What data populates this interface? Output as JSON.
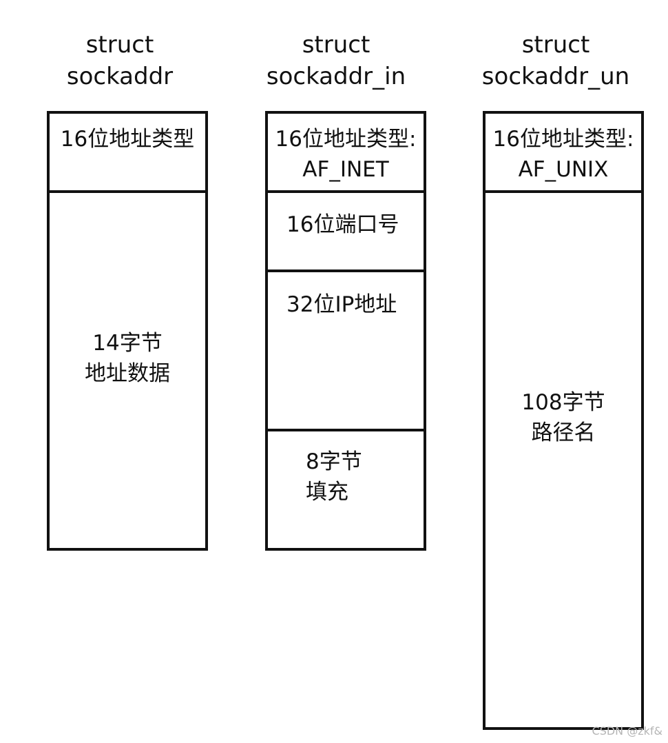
{
  "structs": [
    {
      "title_line1": "struct",
      "title_line2": "sockaddr",
      "fields": [
        {
          "lines": [
            "16位地址类型"
          ]
        },
        {
          "lines": [
            "14字节",
            "地址数据"
          ]
        }
      ]
    },
    {
      "title_line1": "struct",
      "title_line2": "sockaddr_in",
      "fields": [
        {
          "lines": [
            "16位地址类型:",
            "AF_INET"
          ]
        },
        {
          "lines": [
            "16位端口号"
          ]
        },
        {
          "lines": [
            "32位IP地址"
          ]
        },
        {
          "lines": [
            "8字节",
            "填充"
          ]
        }
      ]
    },
    {
      "title_line1": "struct",
      "title_line2": "sockaddr_un",
      "fields": [
        {
          "lines": [
            "16位地址类型:",
            "AF_UNIX"
          ]
        },
        {
          "lines": [
            "108字节",
            "路径名"
          ]
        }
      ]
    }
  ],
  "watermark": "CSDN @zkf&"
}
